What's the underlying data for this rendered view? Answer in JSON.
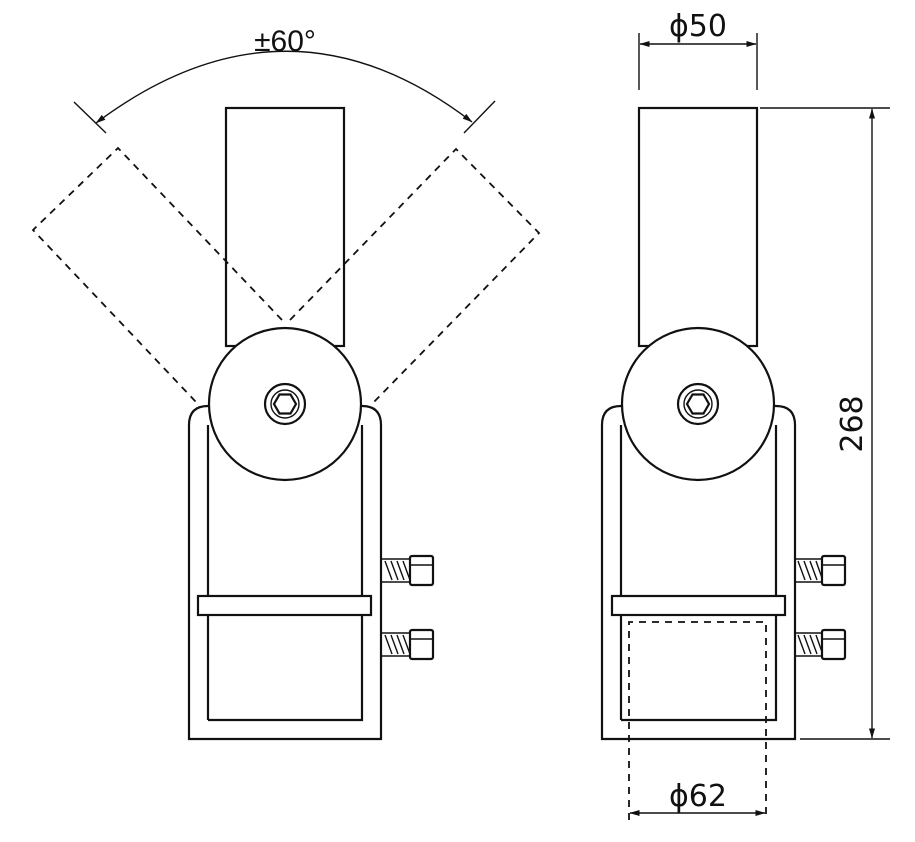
{
  "dimensions": {
    "angle": "±60°",
    "top_diameter": "ϕ50",
    "bottom_diameter": "ϕ62",
    "height": "268"
  },
  "icons": [
    "hex-socket-bolt-icon",
    "set-screw-icon",
    "arrowhead-icon"
  ],
  "colors": {
    "line": "#111111",
    "background": "#ffffff"
  }
}
